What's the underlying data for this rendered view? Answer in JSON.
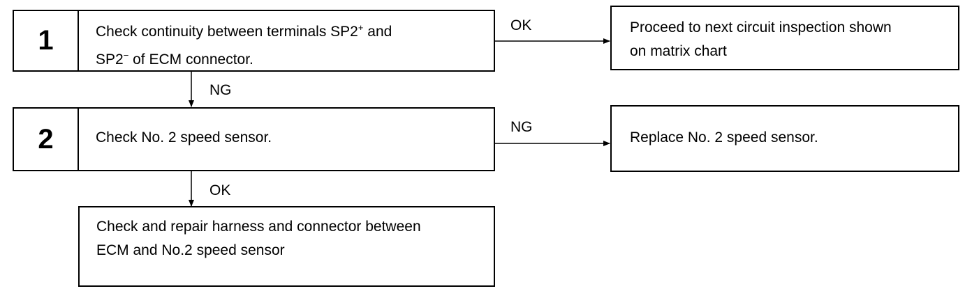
{
  "steps": [
    {
      "number": "1",
      "line1_a": "Check continuity between terminals SP2",
      "line1_sup": "+",
      "line1_b": " and",
      "line2_a": "SP2",
      "line2_sup": "−",
      "line2_b": " of ECM connector."
    },
    {
      "number": "2",
      "text": "Check No. 2 speed sensor."
    }
  ],
  "results": {
    "step1_ok": [
      "Proceed to next circuit inspection shown",
      "on matrix chart"
    ],
    "step2_ng": "Replace No. 2 speed sensor.",
    "final": [
      "Check and repair harness and connector between",
      "ECM and No.2 speed sensor"
    ]
  },
  "labels": {
    "step1_right": "OK",
    "step1_down": "NG",
    "step2_right": "NG",
    "step2_down": "OK"
  }
}
